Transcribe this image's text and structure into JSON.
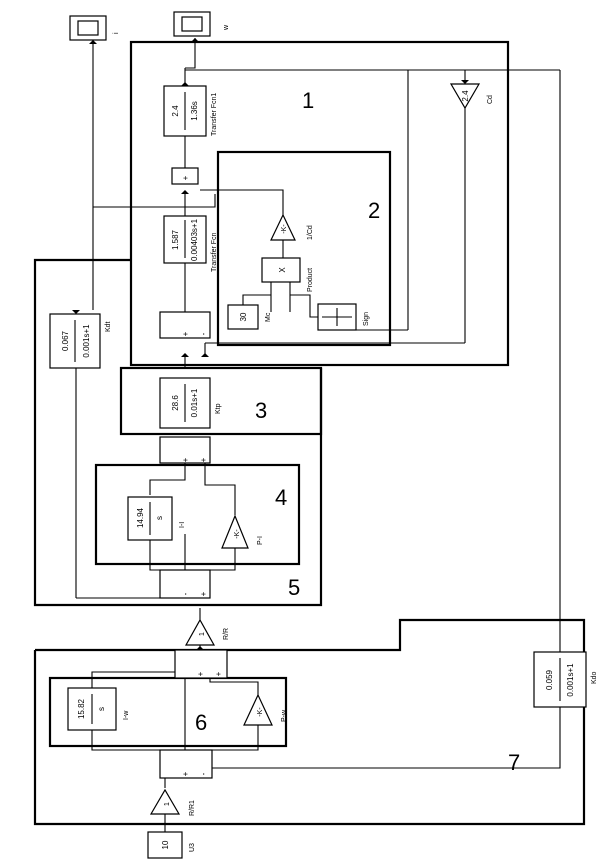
{
  "blocks": {
    "tf1": {
      "num": "2.4",
      "den": "1.36s",
      "label": "Transfer Fcn1"
    },
    "tf": {
      "num": "1.587",
      "den": "0.00403s+1",
      "label": "Transfer Fcn"
    },
    "kdt": {
      "num": "0.067",
      "den": "0.001s+1",
      "label": "Kdt"
    },
    "ktp": {
      "num": "28.6",
      "den": "0.01s+1",
      "label": "Ktp"
    },
    "ii": {
      "num": "14.94",
      "den": "s",
      "label": "I-I"
    },
    "iw": {
      "num": "15.82",
      "den": "s",
      "label": "I-w"
    },
    "kdo": {
      "num": "0.059",
      "den": "0.001s+1",
      "label": "Kdo"
    },
    "cd": {
      "value": "2.4",
      "label": "Cd"
    },
    "inv_cd": {
      "value": "-K-",
      "label": "1/Cd"
    },
    "pi": {
      "value": "-K-",
      "label": "P-I"
    },
    "pw": {
      "value": "-K-",
      "label": "P-w"
    },
    "rr": {
      "value": "1",
      "label": "R/R"
    },
    "rr1": {
      "value": "1",
      "label": "R/R1"
    },
    "mc": {
      "value": "30",
      "label": "Mc"
    },
    "u3": {
      "value": "10",
      "label": "U3"
    },
    "product": {
      "value": "X",
      "label": "Product"
    },
    "sign": {
      "label": "Sign"
    },
    "scope_i": {
      "label": "i"
    },
    "scope_w": {
      "label": "w"
    }
  },
  "sum_signs": {
    "plus": "+",
    "minus": "-",
    "plus_minus": "+\n-"
  },
  "regions": [
    "1",
    "2",
    "3",
    "4",
    "5",
    "6",
    "7"
  ]
}
